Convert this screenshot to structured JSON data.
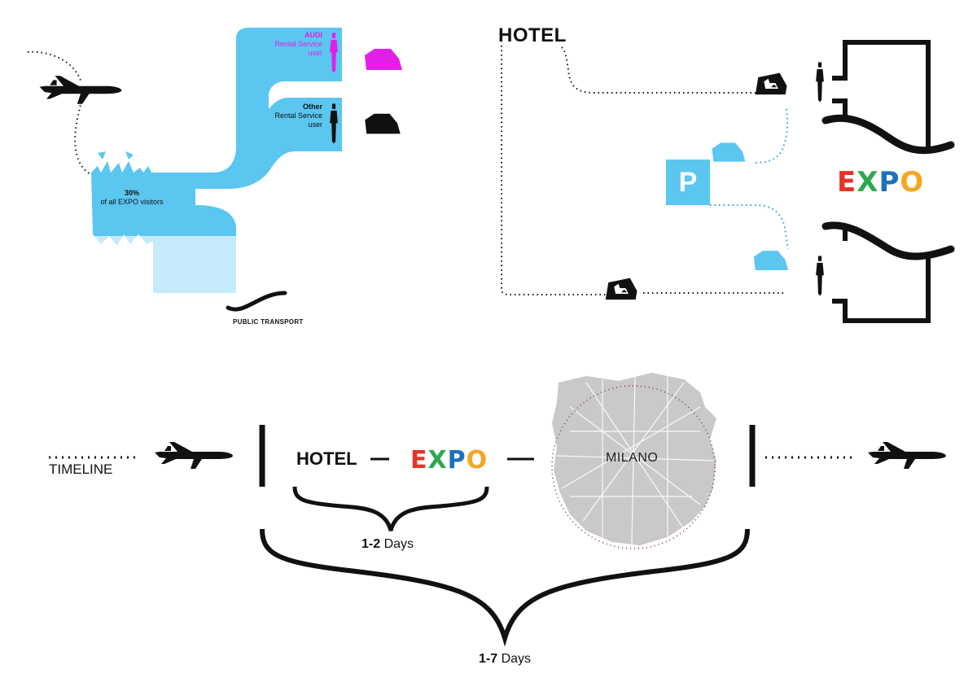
{
  "diagram": {
    "left_flow": {
      "share_value": "30%",
      "share_caption": "of all EXPO visitors",
      "audi": {
        "line1": "AUDI",
        "line2": "Rental Service",
        "line3": "user"
      },
      "other": {
        "line1": "Other",
        "line2": "Rental Service",
        "line3": "user"
      },
      "public_transport": "PUBLIC TRANSPORT"
    },
    "route": {
      "hotel_label": "HOTEL",
      "parking_letter": "P",
      "expo_logo": [
        "E",
        "X",
        "P",
        "O"
      ]
    },
    "timeline": {
      "label": "TIMELINE",
      "hotel_label": "HOTEL",
      "expo_logo": [
        "E",
        "X",
        "P",
        "O"
      ],
      "city_label": "MILANO",
      "short_stay": {
        "range": "1-2",
        "unit": "Days"
      },
      "long_stay": {
        "range": "1-7",
        "unit": "Days"
      }
    },
    "colors": {
      "flow_blue": "#5bc6f0",
      "audi_magenta": "#e21fe8",
      "ink": "#111111",
      "map_gray": "#c9c9c9",
      "expo_e": "#e63329",
      "expo_x": "#2fa84f",
      "expo_p": "#1d71b8",
      "expo_o": "#f5a623"
    },
    "icons": [
      "airplane-icon",
      "car-icon",
      "person-icon",
      "parking-icon",
      "expo-logo",
      "city-map"
    ]
  }
}
